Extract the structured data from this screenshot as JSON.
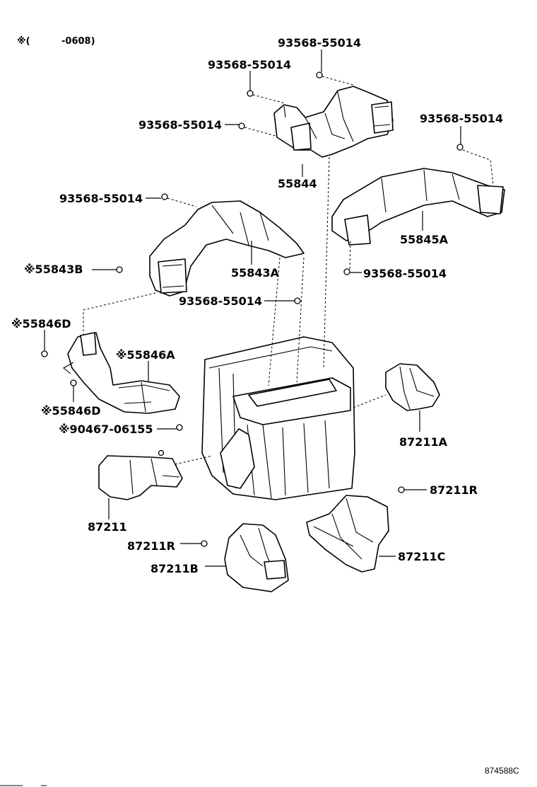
{
  "note": {
    "mark": "※(",
    "range": "-0608)"
  },
  "diagram_code": "874588C",
  "labels": {
    "screw_a": "93568-55014",
    "screw_b": "93568-55014",
    "screw_c": "93568-55014",
    "screw_d": "93568-55014",
    "screw_e": "93568-55014",
    "screw_f": "93568-55014",
    "screw_g": "93568-55014",
    "p55844": "55844",
    "p55845a": "55845A",
    "p55843a": "55843A",
    "p55843b": "※55843B",
    "p55846d_top": "※55846D",
    "p55846a": "※55846A",
    "p55846d_bottom": "※55846D",
    "p90467": "※90467-06155",
    "p87211a": "87211A",
    "p87211": "87211",
    "p87211r_right": "87211R",
    "p87211r_left": "87211R",
    "p87211b": "87211B",
    "p87211c": "87211C"
  }
}
